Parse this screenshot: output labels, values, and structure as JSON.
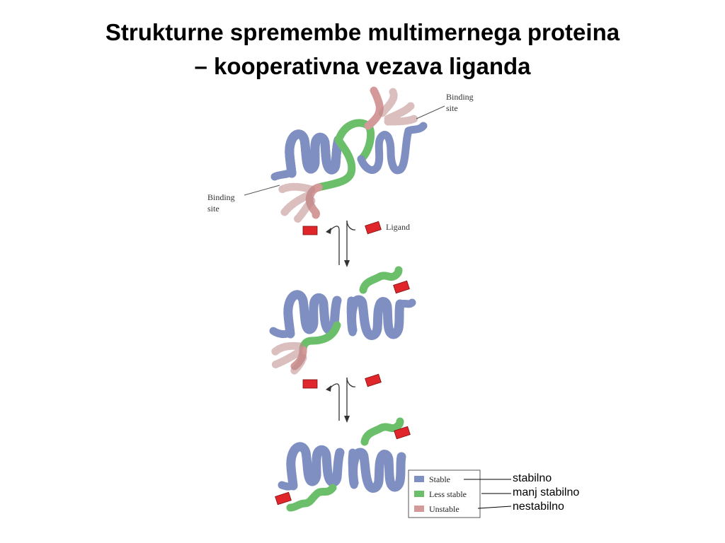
{
  "title": {
    "line1": "Strukturne spremembe multimernega proteina",
    "line2": "– kooperativna vezava liganda"
  },
  "labels": {
    "binding_site_top": [
      "Binding",
      "site"
    ],
    "binding_site_left": [
      "Binding",
      "site"
    ],
    "ligand": "Ligand"
  },
  "legend": {
    "items": [
      {
        "label": "Stable",
        "translation": "stabilno",
        "color": "#7f8fc2"
      },
      {
        "label": "Less stable",
        "translation": "manj stabilno",
        "color": "#6cbf6a"
      },
      {
        "label": "Unstable",
        "translation": "nestabilno",
        "color": "#d49a9a"
      }
    ]
  },
  "colors": {
    "ligand": "#e0262b",
    "stable": "#7f8fc2",
    "less_stable": "#6cbf6a",
    "unstable": "#d49a9a",
    "unstable_ghost": "#f3dcdc"
  }
}
